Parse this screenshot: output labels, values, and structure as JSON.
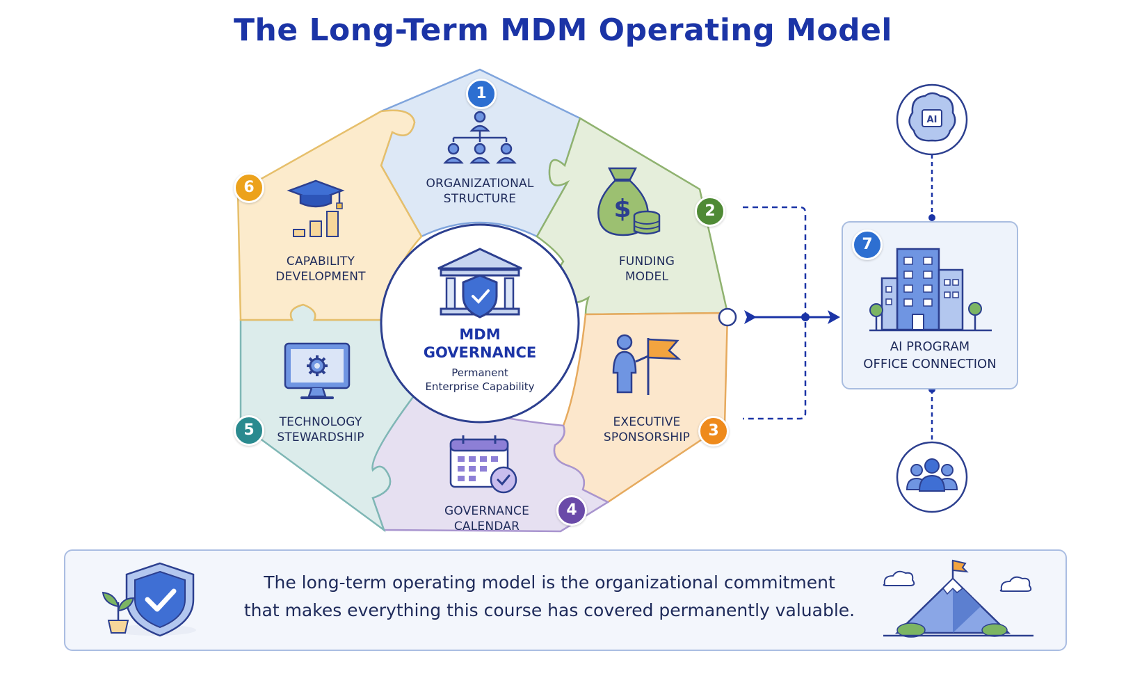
{
  "title": "The Long-Term MDM Operating Model",
  "center": {
    "title_line1": "MDM",
    "title_line2": "GOVERNANCE",
    "subtitle_line1": "Permanent",
    "subtitle_line2": "Enterprise Capability"
  },
  "components": [
    {
      "number": "1",
      "line1": "ORGANIZATIONAL",
      "line2": "STRUCTURE",
      "color": "#2d6fd1",
      "fill": "#dde8f6"
    },
    {
      "number": "2",
      "line1": "FUNDING",
      "line2": "MODEL",
      "color": "#4f8a35",
      "fill": "#e5eedb"
    },
    {
      "number": "3",
      "line1": "EXECUTIVE",
      "line2": "SPONSORSHIP",
      "color": "#ee8a1c",
      "fill": "#fce7cc"
    },
    {
      "number": "4",
      "line1": "GOVERNANCE",
      "line2": "CALENDAR",
      "color": "#6a4aa8",
      "fill": "#e6e0f1"
    },
    {
      "number": "5",
      "line1": "TECHNOLOGY",
      "line2": "STEWARDSHIP",
      "color": "#2a8a8f",
      "fill": "#dceceb"
    },
    {
      "number": "6",
      "line1": "CAPABILITY",
      "line2": "DEVELOPMENT",
      "color": "#eca21c",
      "fill": "#fcebcc"
    }
  ],
  "ai_office": {
    "number": "7",
    "line1": "AI PROGRAM",
    "line2": "OFFICE CONNECTION",
    "badge_text": "AI",
    "color": "#2d6fd1"
  },
  "footer": {
    "line1": "The long-term operating model is the organizational commitment",
    "line2": "that makes everything this course has covered permanently valuable."
  },
  "icons": [
    "org-chart-icon",
    "money-bag-icon",
    "person-flag-icon",
    "calendar-check-icon",
    "monitor-gear-icon",
    "graduation-chart-icon",
    "bank-shield-icon",
    "ai-brain-icon",
    "office-building-icon",
    "people-group-icon",
    "shield-check-icon",
    "plant-icon",
    "mountain-flag-icon",
    "cloud-icon"
  ]
}
